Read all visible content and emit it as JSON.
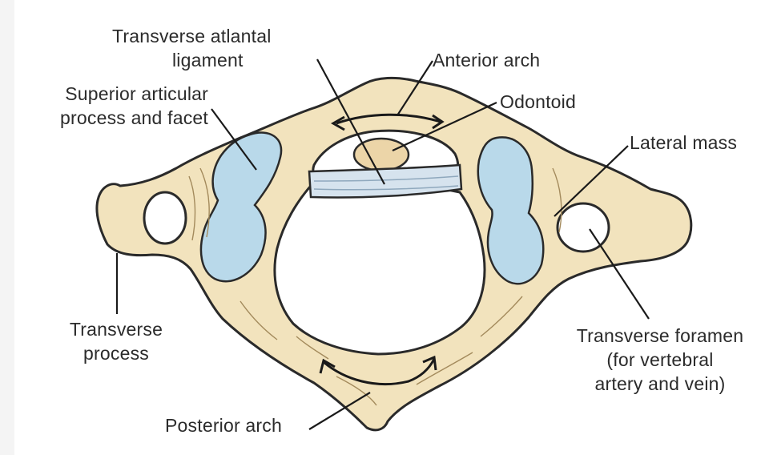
{
  "labels": {
    "transverse_atlantal_ligament": [
      "Transverse atlantal",
      "ligament"
    ],
    "anterior_arch": "Anterior arch",
    "odontoid": "Odontoid",
    "superior_articular": [
      "Superior articular",
      "process and facet"
    ],
    "lateral_mass": "Lateral mass",
    "transverse_process": [
      "Transverse",
      "process"
    ],
    "transverse_foramen": [
      "Transverse foramen",
      "(for vertebral",
      "artery and vein)"
    ],
    "posterior_arch": "Posterior arch"
  },
  "colors": {
    "bone": "#f2e3bd",
    "bone_shadow": "#d9c393",
    "cartilage": "#b9d9ea",
    "ligament": "#d6e3ee",
    "odontoid": "#ecd5a8",
    "outline": "#2a2a2a",
    "text": "#2b2b2b"
  }
}
